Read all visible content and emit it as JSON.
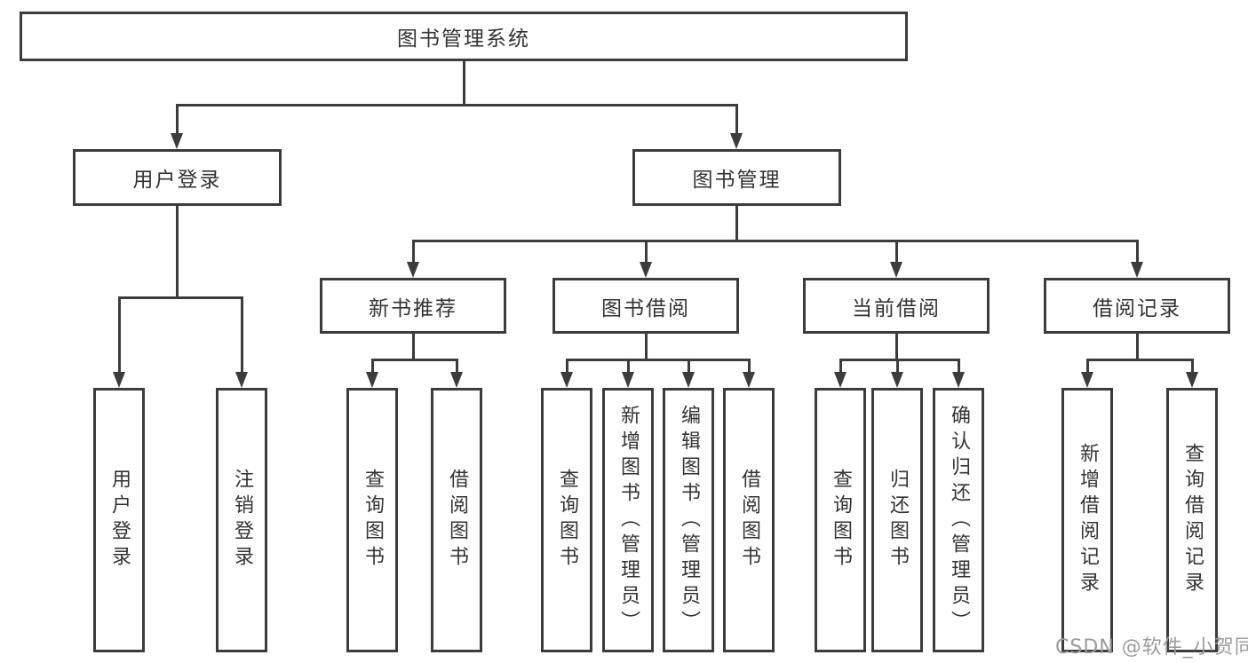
{
  "diagram": {
    "root": {
      "label": "图书管理系统"
    },
    "branches": [
      {
        "label": "用户登录",
        "children": [
          {
            "label": "用户登录"
          },
          {
            "label": "注销登录"
          }
        ]
      },
      {
        "label": "图书管理",
        "children": [
          {
            "label": "新书推荐",
            "children": [
              {
                "label": "查询图书"
              },
              {
                "label": "借阅图书"
              }
            ]
          },
          {
            "label": "图书借阅",
            "children": [
              {
                "label": "查询图书"
              },
              {
                "label": "新增图书（管理员）"
              },
              {
                "label": "编辑图书（管理员）"
              },
              {
                "label": "借阅图书"
              }
            ]
          },
          {
            "label": "当前借阅",
            "children": [
              {
                "label": "查询图书"
              },
              {
                "label": "归还图书"
              },
              {
                "label": "确认归还（管理员）"
              }
            ]
          },
          {
            "label": "借阅记录",
            "children": [
              {
                "label": "新增借阅记录"
              },
              {
                "label": "查询借阅记录"
              }
            ]
          }
        ]
      }
    ]
  },
  "watermark": {
    "text": "CSDN @软件_小贺同学"
  },
  "colors": {
    "line": "#3c3c3c",
    "text": "#333333",
    "background": "#ffffff",
    "watermark": "#9c9c9c"
  }
}
